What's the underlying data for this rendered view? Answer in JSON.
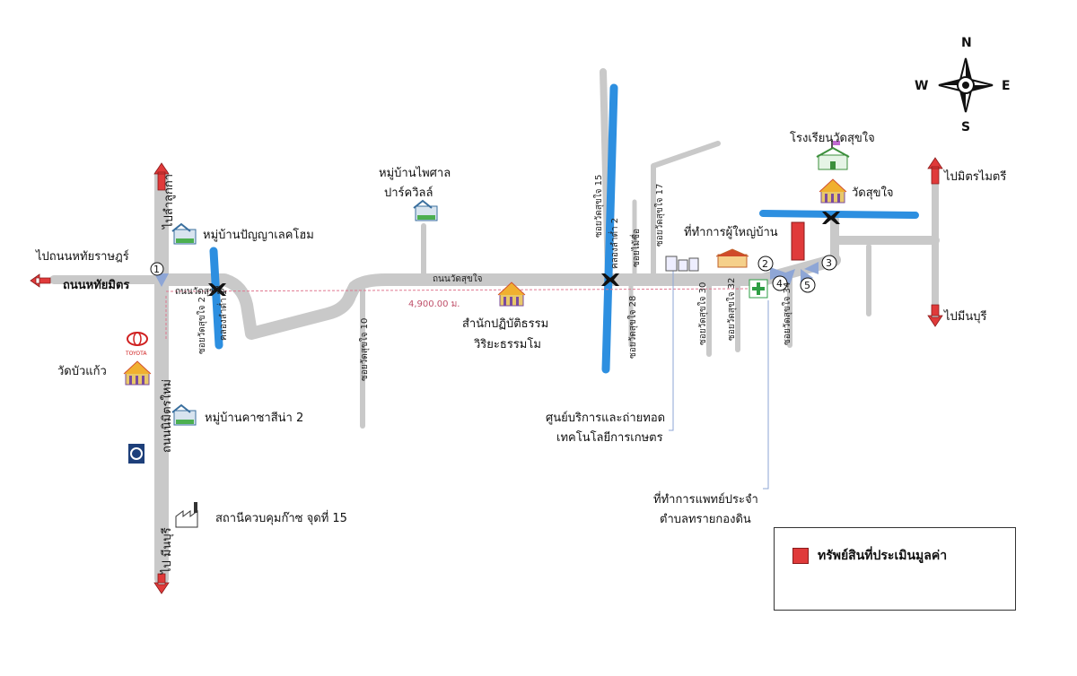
{
  "compass": {
    "n": "N",
    "s": "S",
    "e": "E",
    "w": "W"
  },
  "roads": {
    "main": "ถนนวัดสุขใจ",
    "hathaimit": "ถนนหทัยมิตร",
    "nimit": "ถนนนิมิตรใหม่",
    "soi2": "ซอยวัดสุขใจ 2",
    "soi10": "ซอยวัดสุขใจ 10",
    "soi15": "ซอยวัดสุขใจ 15",
    "soi17": "ซอยวัดสุขใจ 17",
    "soi28": "ซอยวัดสุขใจ 28",
    "soi30": "ซอยวัดสุขใจ 30",
    "soi32": "ซอยวัดสุขใจ 32",
    "soi34": "ซอยวัดสุขใจ 34",
    "soimaisue": "ซอยไม้ซื่อ",
    "canal1": "คลองลำต่ำ 1",
    "canal2": "คลองลำต่ำ 2"
  },
  "directions": {
    "to_hathai": "ไปถนนหทัยราษฎร์",
    "to_lamlukka": "ไปลำลูกกา",
    "to_minburi_left": "ไป มีนบุรี",
    "to_mitmaitri": "ไปมิตรไมตรี",
    "to_minburi_right": "ไปมีนบุรี"
  },
  "places": {
    "banyalake": "หมู่บ้านปัญญาเลคโฮม",
    "paisarn1": "หมู่บ้านไพศาล",
    "paisarn2": "ปาร์ควิลล์",
    "watbuakaew": "วัดบัวแก้ว",
    "kasa": "หมู่บ้านคาซาสีน่า 2",
    "gas": "สถานีควบคุมก๊าซ จุดที่ 15",
    "dhamma1": "สำนักปฏิบัติธรรม",
    "dhamma2": "วิริยะธรรมโม",
    "school": "โรงเรียนวัดสุขใจ",
    "watsukjai": "วัดสุขใจ",
    "headman": "ที่ทำการผู้ใหญ่บ้าน",
    "agri1": "ศูนย์บริการและถ่ายทอด",
    "agri2": "เทคโนโลยีการเกษตร",
    "doctor1": "ที่ทำการแพทย์ประจำ",
    "doctor2": "ตำบลทรายกองดิน",
    "toyota": "TOYOTA"
  },
  "distance": "4,900.00 ม.",
  "markers": [
    "1",
    "2",
    "3",
    "4",
    "5"
  ],
  "legend": {
    "label": "ทรัพย์สินที่ประเมินมูลค่า",
    "color": "#e03a3a"
  },
  "colors": {
    "road": "#c9c9c9",
    "canal": "#2d8fe0",
    "arrow": "#e03a3a",
    "marker": "#8ea6d6",
    "subject": "#e03a3a"
  },
  "icons": [
    "village-house-icon",
    "temple-icon",
    "school-icon",
    "bridge-icon",
    "hospital-cross-icon",
    "factory-icon",
    "office-building-icon",
    "car-logo-icon",
    "gas-station-logo-icon"
  ]
}
